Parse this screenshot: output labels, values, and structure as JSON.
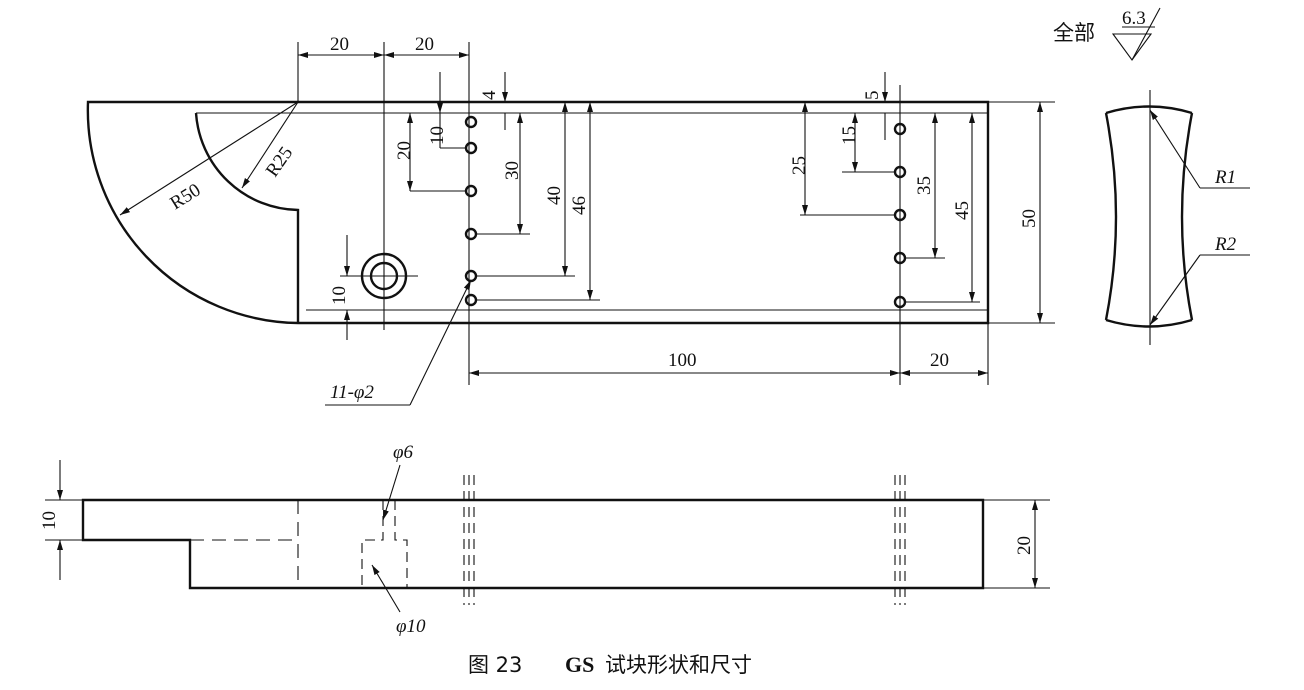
{
  "surface_finish": {
    "label": "全部",
    "value": "6.3"
  },
  "top_view": {
    "dims_top": [
      "20",
      "20",
      "4",
      "5"
    ],
    "left_holes_depths": [
      "10",
      "20",
      "30",
      "40",
      "46"
    ],
    "right_holes_depths": [
      "15",
      "25",
      "35",
      "45"
    ],
    "radius_outer": "R50",
    "radius_inner": "R25",
    "hole_height": "10",
    "total_height": "50",
    "span_100": "100",
    "span_20": "20",
    "hole_callout": "11-φ2"
  },
  "end_view": {
    "r1": "R1",
    "r2": "R2"
  },
  "side_view": {
    "step_height": "10",
    "total_thickness": "20",
    "bore_small": "φ6",
    "bore_large": "φ10"
  },
  "caption": {
    "figure_no": "图 23",
    "code": "GS",
    "title": "试块形状和尺寸"
  }
}
